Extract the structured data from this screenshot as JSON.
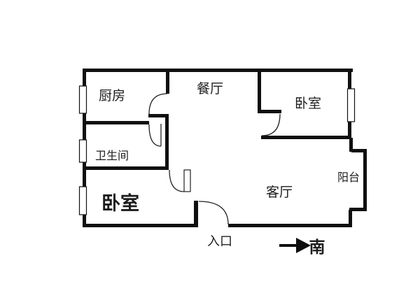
{
  "plan_type": "apartment-floor-plan",
  "colors": {
    "wall": "#0f0f0f",
    "text": "#1c1c1c",
    "background": "#ffffff"
  },
  "rooms": {
    "kitchen": {
      "label": "厨房"
    },
    "dining": {
      "label": "餐厅"
    },
    "bedroom_top_right": {
      "label": "卧室"
    },
    "bathroom": {
      "label": "卫生间"
    },
    "bedroom_bottom_left": {
      "label": "卧室"
    },
    "living": {
      "label": "客厅"
    },
    "balcony": {
      "label": "阳台"
    }
  },
  "annotations": {
    "entrance": {
      "label": "入口"
    },
    "compass": {
      "label": "南"
    }
  }
}
